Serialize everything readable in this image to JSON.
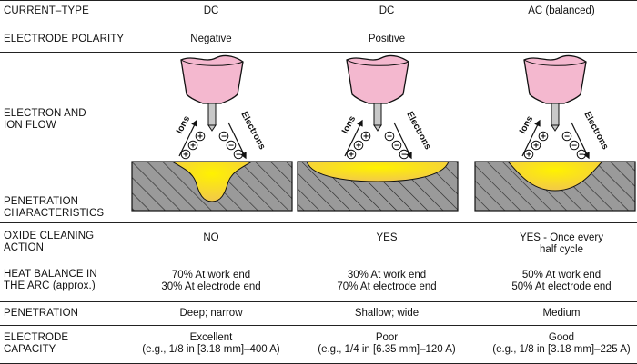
{
  "rows": {
    "current_type": {
      "label": "CURRENT–TYPE",
      "values": [
        "DC",
        "DC",
        "AC (balanced)"
      ]
    },
    "polarity": {
      "label": "ELECTRODE POLARITY",
      "values": [
        "Negative",
        "Positive",
        ""
      ]
    },
    "flow": {
      "label": "ELECTRON AND\nION FLOW"
    },
    "penetration_char": {
      "label": "PENETRATION\nCHARACTERISTICS"
    },
    "oxide": {
      "label": "OXIDE CLEANING\nACTION",
      "values": [
        "NO",
        "YES",
        "YES - Once every\nhalf cycle"
      ]
    },
    "heat": {
      "label": "HEAT BALANCE IN\nTHE ARC (approx.)",
      "values": [
        "70% At work end\n30% At electrode end",
        "30% At work end\n70% At electrode end",
        "50% At work end\n50% At electrode end"
      ]
    },
    "penetration": {
      "label": "PENETRATION",
      "values": [
        "Deep; narrow",
        "Shallow; wide",
        "Medium"
      ]
    },
    "capacity": {
      "label": "ELECTRODE\nCAPACITY",
      "values": [
        "Excellent\n(e.g., 1/8 in [3.18 mm]–400 A)",
        "Poor\n(e.g., 1/4 in [6.35 mm]–120 A)",
        "Good\n(e.g., 1/8 in [3.18 mm]–225 A)"
      ]
    }
  },
  "figure_labels": {
    "ions": "Ions",
    "electrons": "Electrons",
    "plus": "+",
    "minus": "−"
  },
  "colors": {
    "torch_pink": "#f4b8cf",
    "weld_yellow": "#ffe23a",
    "work_gray": "#9a9a9a",
    "electrode_gray": "#c8c8c8"
  }
}
